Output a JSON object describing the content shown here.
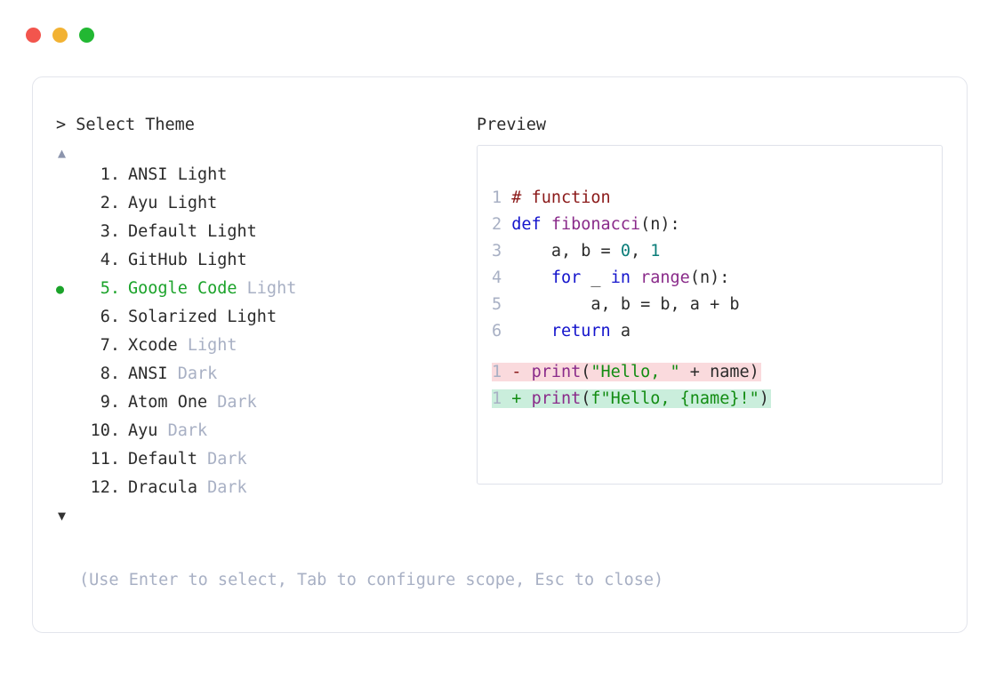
{
  "window": {
    "controls": [
      {
        "name": "close",
        "color": "#f2554d"
      },
      {
        "name": "minimize",
        "color": "#f2b233"
      },
      {
        "name": "maximize",
        "color": "#22b833"
      }
    ]
  },
  "picker": {
    "prompt": "> Select Theme",
    "preview_label": "Preview",
    "scroll_up_icon": "▲",
    "scroll_down_icon": "▼",
    "selected_bullet": "●",
    "selected_index": 5,
    "accent_color": "#1ba32a",
    "dim_color": "#a8b0c4",
    "themes": [
      {
        "index": "1.",
        "name": "ANSI",
        "variant": "Light",
        "variant_dim": false
      },
      {
        "index": "2.",
        "name": "Ayu",
        "variant": "Light",
        "variant_dim": false
      },
      {
        "index": "3.",
        "name": "Default",
        "variant": "Light",
        "variant_dim": false
      },
      {
        "index": "4.",
        "name": "GitHub",
        "variant": "Light",
        "variant_dim": false
      },
      {
        "index": "5.",
        "name": "Google Code",
        "variant": "Light",
        "variant_dim": true
      },
      {
        "index": "6.",
        "name": "Solarized",
        "variant": "Light",
        "variant_dim": false
      },
      {
        "index": "7.",
        "name": "Xcode",
        "variant": "Light",
        "variant_dim": true
      },
      {
        "index": "8.",
        "name": "ANSI",
        "variant": "Dark",
        "variant_dim": true
      },
      {
        "index": "9.",
        "name": "Atom One",
        "variant": "Dark",
        "variant_dim": true
      },
      {
        "index": "10.",
        "name": "Ayu",
        "variant": "Dark",
        "variant_dim": true
      },
      {
        "index": "11.",
        "name": "Default",
        "variant": "Dark",
        "variant_dim": true
      },
      {
        "index": "12.",
        "name": "Dracula",
        "variant": "Dark",
        "variant_dim": true
      }
    ]
  },
  "preview": {
    "code_lines": [
      {
        "num": "1",
        "text": "# function"
      },
      {
        "num": "2",
        "text": "def fibonacci(n):"
      },
      {
        "num": "3",
        "text": "    a, b = 0, 1"
      },
      {
        "num": "4",
        "text": "    for _ in range(n):"
      },
      {
        "num": "5",
        "text": "        a, b = b, a + b"
      },
      {
        "num": "6",
        "text": "    return a"
      }
    ],
    "diff_lines": [
      {
        "num": "1",
        "marker": "-",
        "text": "print(\"Hello, \" + name)",
        "kind": "delete"
      },
      {
        "num": "1",
        "marker": "+",
        "text": "print(f\"Hello, {name}!\")",
        "kind": "add"
      }
    ],
    "colors": {
      "comment": "#8b1a1a",
      "keyword": "#1414cc",
      "function": "#8a2b8a",
      "number": "#0b7d79",
      "string": "#128c12",
      "line_number": "#a8b0c4",
      "diff_delete_bg": "#fadadd",
      "diff_add_bg": "#caeedc"
    }
  },
  "footer": {
    "hint": "(Use Enter to select, Tab to configure scope, Esc to close)"
  }
}
